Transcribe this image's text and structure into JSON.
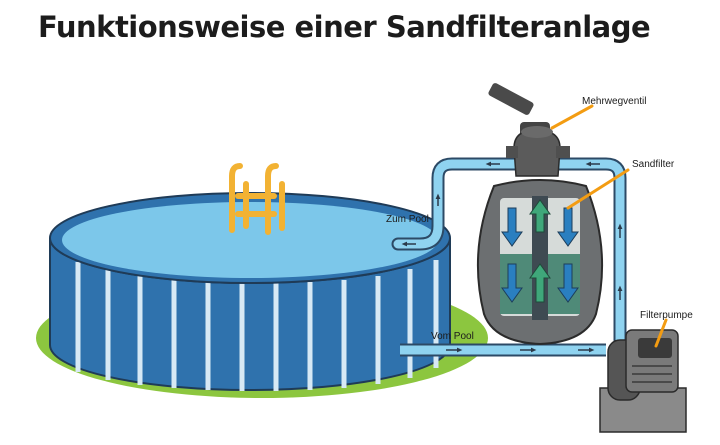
{
  "title": "Funktionsweise einer Sandfilteranlage",
  "labels": {
    "zum_pool": "Zum Pool",
    "vom_pool": "Vom Pool",
    "mehrwegventil": "Mehrwegventil",
    "sandfilter": "Sandfilter",
    "filterpumpe": "Filterpumpe"
  },
  "colors": {
    "pool_water": "#7cc7ea",
    "pool_wall": "#2f72ad",
    "pipe": "#8fd3f0",
    "grass": "#8cc63f",
    "ladder": "#f2b233",
    "filter_body": "#6c6f71",
    "filter_panel": "#d6dbd9",
    "sand_layer": "#4f8a78",
    "arrow_blue": "#2a7fc0",
    "arrow_green": "#3fa77a",
    "callout": "#f39c12"
  }
}
